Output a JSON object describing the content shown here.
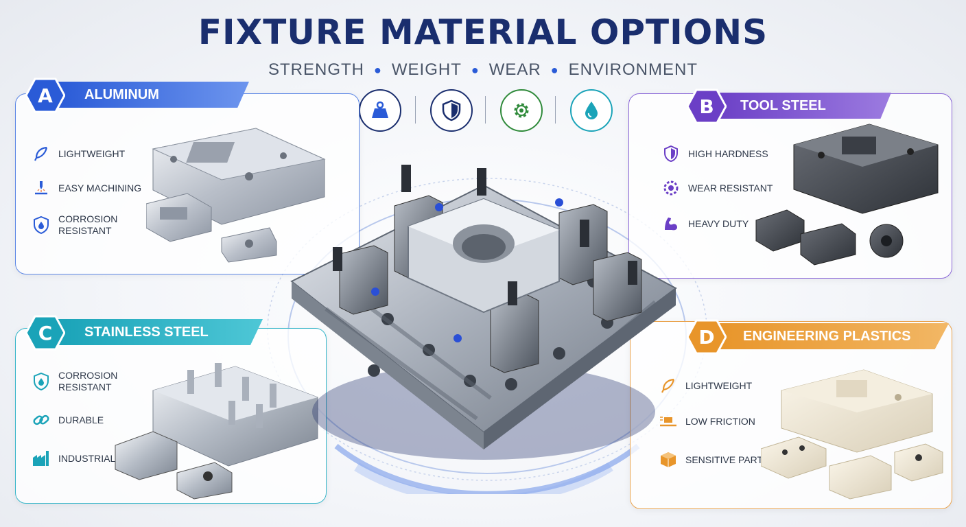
{
  "header": {
    "title": "FIXTURE MATERIAL OPTIONS",
    "subtitle": [
      "STRENGTH",
      "WEIGHT",
      "WEAR",
      "ENVIRONMENT"
    ],
    "icons": [
      "weight-icon",
      "shield-icon",
      "gear-icon",
      "water-drop-icon"
    ]
  },
  "panels": {
    "a": {
      "letter": "A",
      "name": "ALUMINUM",
      "color": "#2a5bd7",
      "features": [
        {
          "label": "LIGHTWEIGHT",
          "icon": "feather-icon"
        },
        {
          "label": "EASY MACHINING",
          "icon": "machining-icon"
        },
        {
          "label": "CORROSION RESISTANT",
          "icon": "shield-drop-icon"
        }
      ]
    },
    "b": {
      "letter": "B",
      "name": "TOOL STEEL",
      "color": "#6b3fc6",
      "features": [
        {
          "label": "HIGH HARDNESS",
          "icon": "shield-icon"
        },
        {
          "label": "WEAR RESISTANT",
          "icon": "gear-icon"
        },
        {
          "label": "HEAVY DUTY",
          "icon": "muscle-arm-icon"
        }
      ]
    },
    "c": {
      "letter": "C",
      "name": "STAINLESS STEEL",
      "color": "#1aa3b8",
      "features": [
        {
          "label": "CORROSION RESISTANT",
          "icon": "shield-drop-icon"
        },
        {
          "label": "DURABLE",
          "icon": "chain-link-icon"
        },
        {
          "label": "INDUSTRIAL",
          "icon": "factory-icon"
        }
      ]
    },
    "d": {
      "letter": "D",
      "name": "ENGINEERING PLASTICS",
      "color": "#e8952a",
      "features": [
        {
          "label": "LIGHTWEIGHT",
          "icon": "feather-icon"
        },
        {
          "label": "LOW FRICTION",
          "icon": "slide-icon"
        },
        {
          "label": "SENSITIVE PARTS",
          "icon": "cube-icon"
        }
      ]
    }
  }
}
